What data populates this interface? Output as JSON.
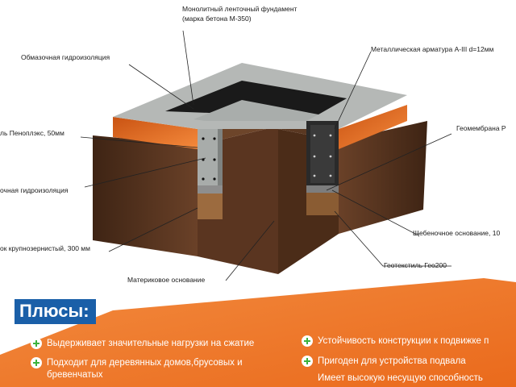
{
  "labels": {
    "monolith_line1": "Монолитный ленточный фундамент",
    "monolith_line2": "(марка бетона М-350)",
    "coating_top": "Обмазочная гидроизоляция",
    "rebar": "Металлическая арматура A-III d=12мм",
    "penoplex": "ль Пеноплэкс, 50мм",
    "geomembrane": "Геомембрана Р",
    "coating_lower": "очная гидроизоляция",
    "crushed_stone": "Щебеночное основание, 10",
    "sand": "ок крупнозернистый, 300 мм",
    "geotextile": "Геотекстиль Гео200",
    "subsoil": "Материковое основание"
  },
  "benefits": {
    "title": "Плюсы:",
    "left": [
      "Выдерживает значительные нагрузки на сжатие",
      "Подходит для деревянных домов,брусовых и",
      "бревенчатых"
    ],
    "right": [
      "Устойчивость конструкции к подвижке п",
      "Пригоден для устройства подвала",
      "Имеет высокую несущую способность"
    ]
  },
  "colors": {
    "accent_orange": "#f07a30",
    "title_blue": "#1a5fa8",
    "soil_dark": "#5a3520",
    "concrete": "#b8bcbc",
    "insulation_orange": "#f26a1a",
    "plus_green": "#3db33d"
  },
  "icons": [
    "plus-circle-icon"
  ]
}
